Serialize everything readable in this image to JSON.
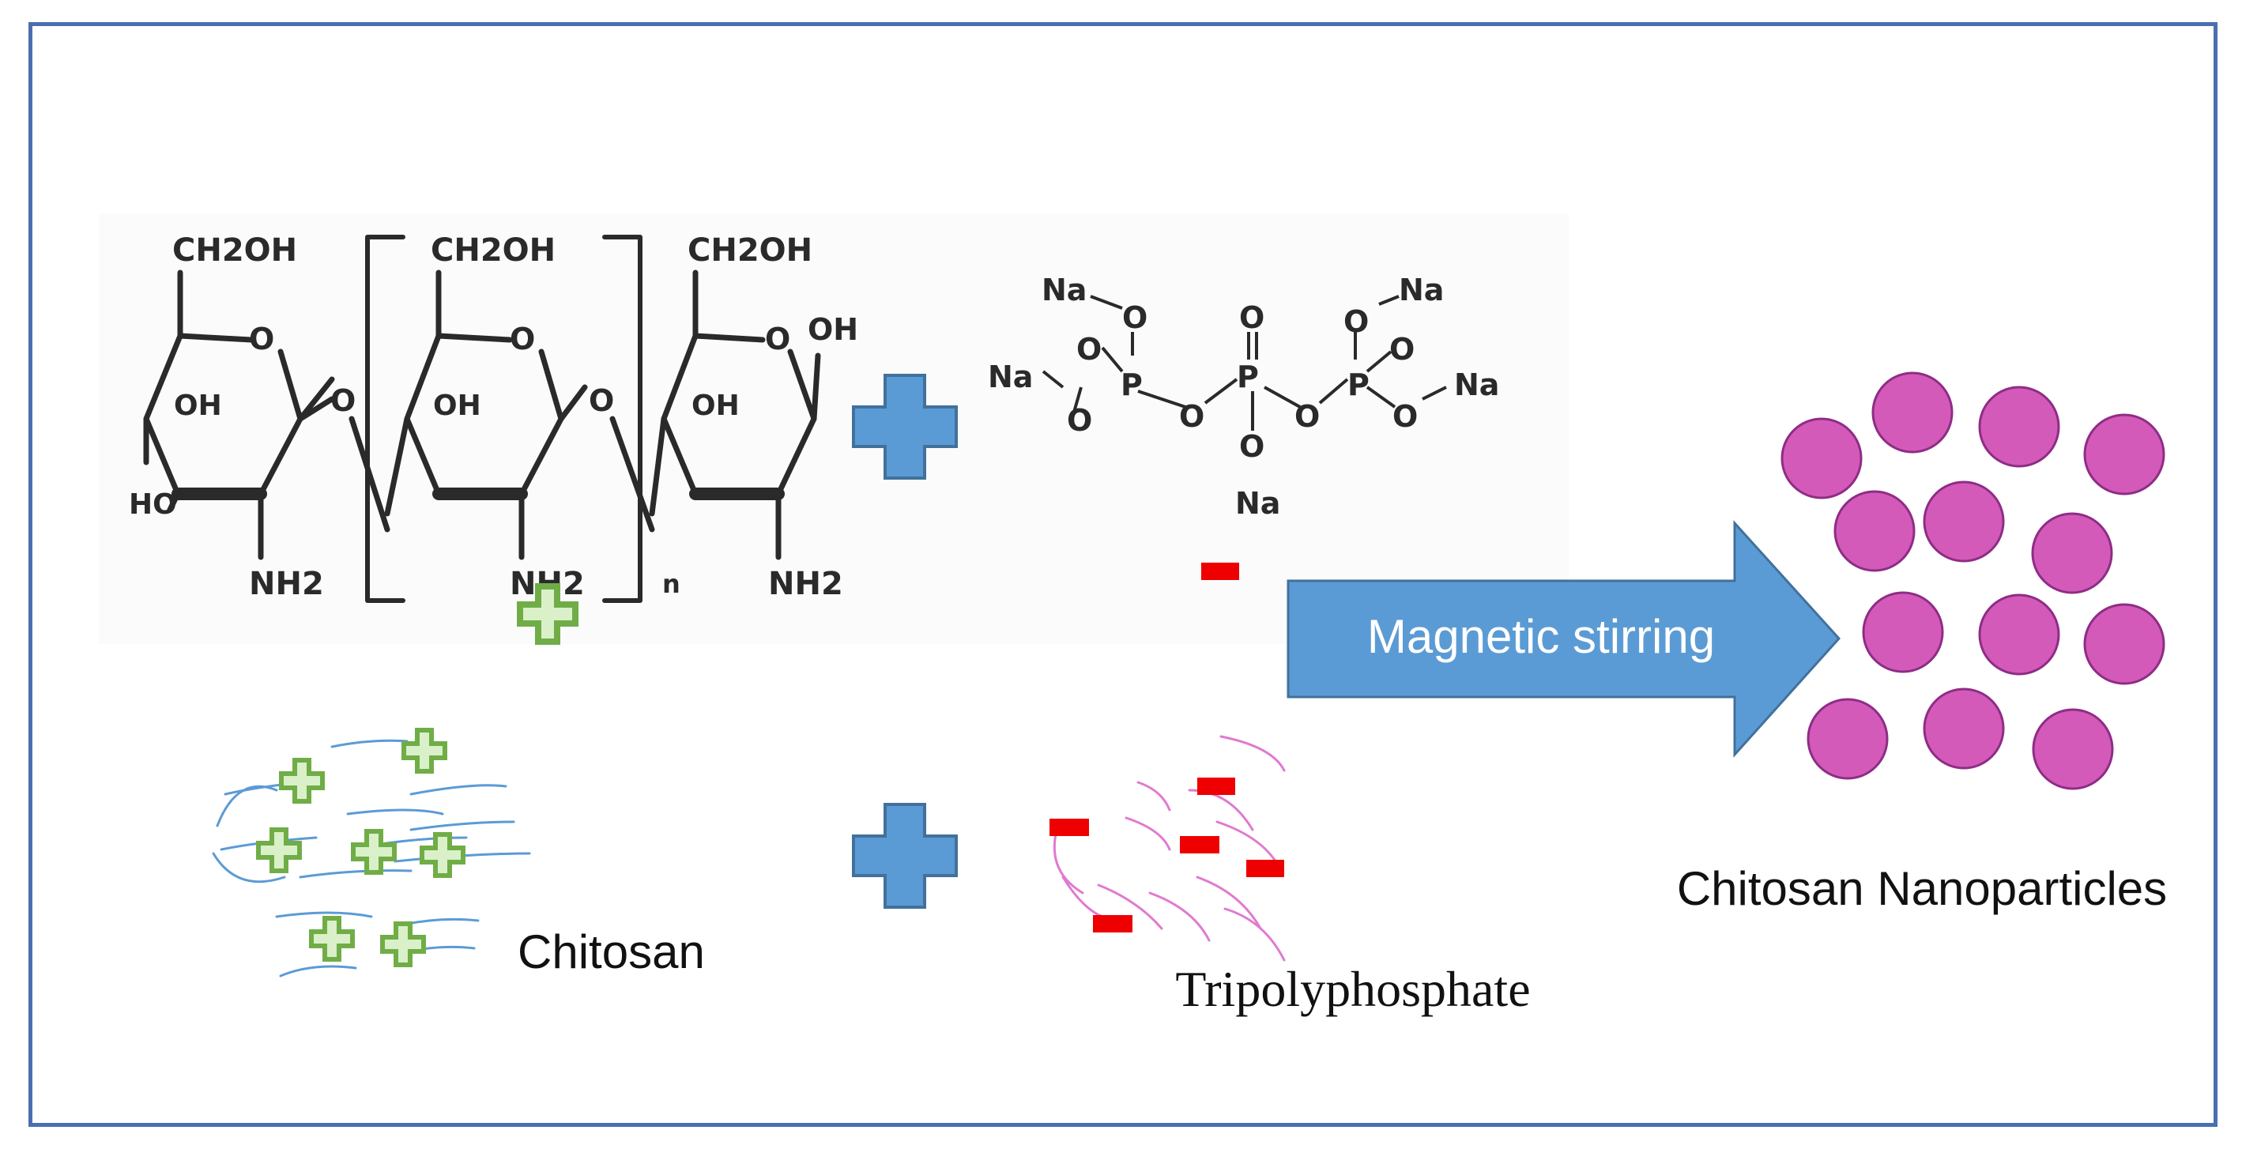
{
  "chitosan_structure": {
    "groups": [
      "CH2OH",
      "CH2OH",
      "CH2OH",
      "O",
      "O",
      "O",
      "OH",
      "OH",
      "OH",
      "OH",
      "HO",
      "NH2",
      "NH2",
      "NH2",
      "O",
      "O",
      "n"
    ]
  },
  "tpp_structure": {
    "na_labels": [
      "Na",
      "Na",
      "Na",
      "Na",
      "Na"
    ],
    "p_labels": [
      "P",
      "P",
      "P"
    ],
    "o_labels": [
      "O",
      "O",
      "O",
      "O",
      "O",
      "O",
      "O",
      "O",
      "O",
      "O"
    ]
  },
  "arrow": {
    "label": "Magnetic stirring",
    "color": "#5b9bd5"
  },
  "labels": {
    "chitosan": "Chitosan",
    "tripolyphosphate": "Tripolyphosphate",
    "nanoparticles": "Chitosan Nanoparticles"
  },
  "colors": {
    "frame": "#4a6fb0",
    "plus_big": "#5b9bd5",
    "positive_charge": "#70ad47",
    "negative_charge": "#ee0000",
    "nanoparticle": "#d45ab9",
    "chitosan_strand": "#5b9bd5",
    "tpp_strand": "#e07ad0"
  },
  "icons": [
    "plus-icon",
    "positive-charge-icon",
    "negative-charge-icon"
  ]
}
